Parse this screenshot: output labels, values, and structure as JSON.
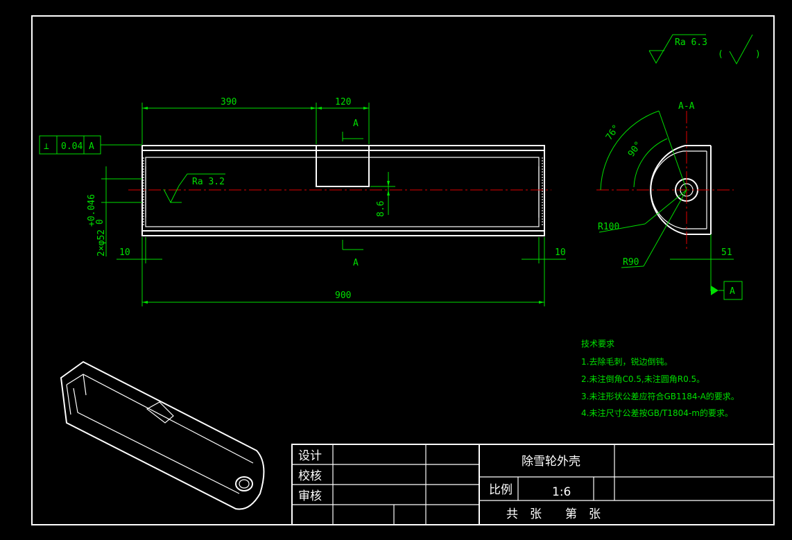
{
  "dimensions": {
    "d390": "390",
    "d120": "120",
    "d900": "900",
    "d10_left": "10",
    "d10_right": "10",
    "d8_6": "8.6",
    "d51": "51",
    "r100": "R100",
    "r90": "R90",
    "a76": "76°",
    "a90": "90°",
    "bore_main": "2×φ52",
    "bore_tol_upper": "+0.046",
    "bore_tol_lower": "0"
  },
  "section": {
    "cut_label_top": "A",
    "cut_label_bottom": "A",
    "view_title": "A-A",
    "datum": "A"
  },
  "tolerance_frame": {
    "symbol": "⊥",
    "value": "0.04",
    "datum": "A"
  },
  "roughness": {
    "local": "Ra 3.2",
    "general": "Ra 6.3",
    "paren_open": "(",
    "paren_close": ")"
  },
  "notes": {
    "title": "技术要求",
    "items": [
      "1.去除毛刺，锐边倒钝。",
      "2.未注倒角C0.5,未注圆角R0.5。",
      "3.未注形状公差应符合GB1184-A的要求。",
      "4.未注尺寸公差按GB/T1804-m的要求。"
    ]
  },
  "title_block": {
    "design": "设计",
    "check": "校核",
    "review": "审核",
    "part_name": "除雪轮外壳",
    "scale_label": "比例",
    "scale_value": "1:6",
    "sheets": "共　张　　第　张"
  },
  "colors": {
    "background": "#000000",
    "outline": "#ffffff",
    "dimension": "#00e000",
    "centerline": "#e00000"
  }
}
